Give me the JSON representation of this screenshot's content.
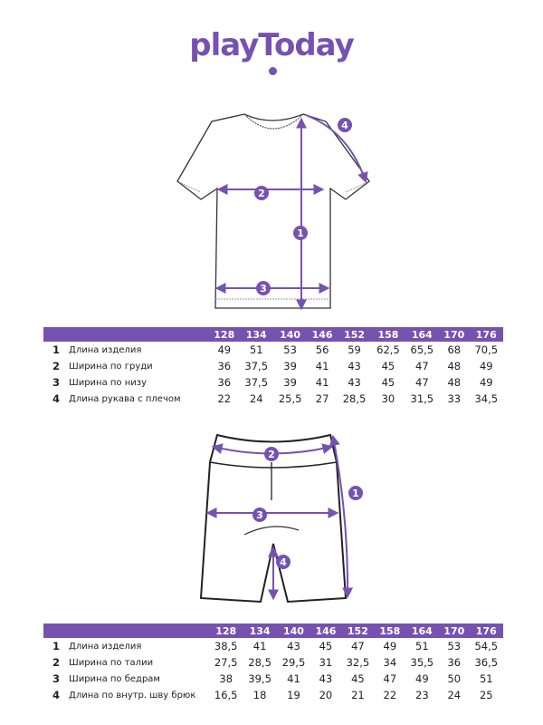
{
  "brand": {
    "logo_text": "playToday",
    "accent": "#7652b0"
  },
  "tshirt": {
    "markers": [
      "1",
      "2",
      "3",
      "4"
    ],
    "sizes": [
      "128",
      "134",
      "140",
      "146",
      "152",
      "158",
      "164",
      "170",
      "176"
    ],
    "rows": [
      {
        "num": "1",
        "label": "Длина изделия",
        "values": [
          "49",
          "51",
          "53",
          "56",
          "59",
          "62,5",
          "65,5",
          "68",
          "70,5"
        ]
      },
      {
        "num": "2",
        "label": "Ширина по груди",
        "values": [
          "36",
          "37,5",
          "39",
          "41",
          "43",
          "45",
          "47",
          "48",
          "49"
        ]
      },
      {
        "num": "3",
        "label": "Ширина по низу",
        "values": [
          "36",
          "37,5",
          "39",
          "41",
          "43",
          "45",
          "47",
          "48",
          "49"
        ]
      },
      {
        "num": "4",
        "label": "Длина рукава с плечом",
        "values": [
          "22",
          "24",
          "25,5",
          "27",
          "28,5",
          "30",
          "31,5",
          "33",
          "34,5"
        ]
      }
    ]
  },
  "shorts": {
    "markers": [
      "1",
      "2",
      "3",
      "4"
    ],
    "sizes": [
      "128",
      "134",
      "140",
      "146",
      "152",
      "158",
      "164",
      "170",
      "176"
    ],
    "rows": [
      {
        "num": "1",
        "label": "Длина изделия",
        "values": [
          "38,5",
          "41",
          "43",
          "45",
          "47",
          "49",
          "51",
          "53",
          "54,5"
        ]
      },
      {
        "num": "2",
        "label": "Ширина по талии",
        "values": [
          "27,5",
          "28,5",
          "29,5",
          "31",
          "32,5",
          "34",
          "35,5",
          "36",
          "36,5"
        ]
      },
      {
        "num": "3",
        "label": "Ширина по бедрам",
        "values": [
          "38",
          "39,5",
          "41",
          "43",
          "45",
          "47",
          "49",
          "50",
          "51"
        ]
      },
      {
        "num": "4",
        "label": "Длина по внутр. шву брюк",
        "values": [
          "16,5",
          "18",
          "19",
          "20",
          "21",
          "22",
          "23",
          "24",
          "25"
        ]
      }
    ]
  }
}
